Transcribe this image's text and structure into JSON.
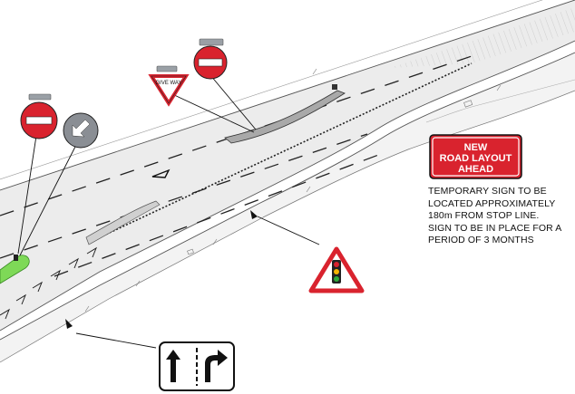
{
  "new_layout_sign": {
    "lines": [
      "NEW",
      "ROAD LAYOUT",
      "AHEAD"
    ],
    "background_color": "#d9232e",
    "text_color": "#ffffff"
  },
  "give_way_sign": {
    "text": "GIVE WAY"
  },
  "temporary_sign_note": {
    "lines": [
      "TEMPORARY SIGN TO BE",
      "LOCATED APPROXIMATELY",
      "180m FROM STOP LINE.",
      "SIGN TO BE IN PLACE FOR A",
      "PERIOD OF 3 MONTHS"
    ]
  },
  "colors": {
    "no_entry_red": "#d9232e",
    "keep_left_blue_grey": "#8a8e94",
    "warning_red": "#d9232e",
    "traffic_light_green": "#2eaa3a",
    "traffic_light_amber": "#f5b400",
    "island_green": "#7ed957"
  },
  "icons": [
    "no-entry-sign-icon",
    "keep-left-sign-icon",
    "give-way-sign-icon",
    "traffic-signals-warning-icon",
    "lane-arrows-sign-icon",
    "new-road-layout-sign-icon"
  ]
}
